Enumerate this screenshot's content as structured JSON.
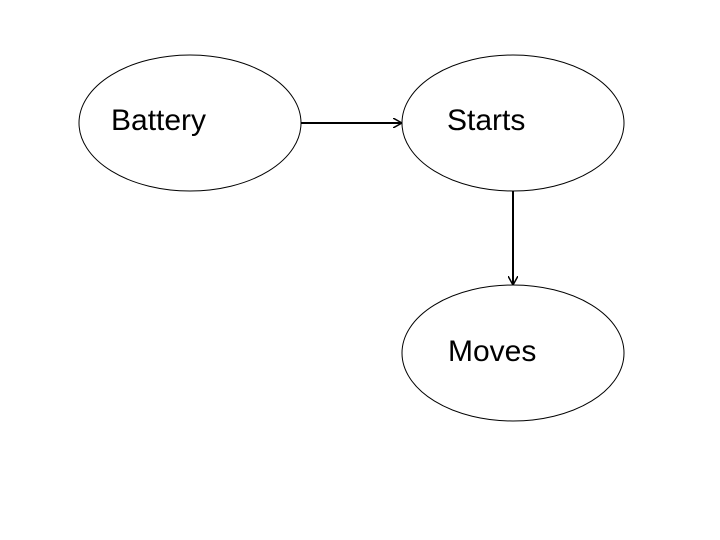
{
  "nodes": [
    {
      "id": "battery",
      "label": "Battery"
    },
    {
      "id": "starts",
      "label": "Starts"
    },
    {
      "id": "moves",
      "label": "Moves"
    }
  ],
  "edges": [
    {
      "from": "battery",
      "to": "starts"
    },
    {
      "from": "starts",
      "to": "moves"
    }
  ],
  "colors": {
    "background": "#ffffff",
    "stroke": "#000000"
  }
}
